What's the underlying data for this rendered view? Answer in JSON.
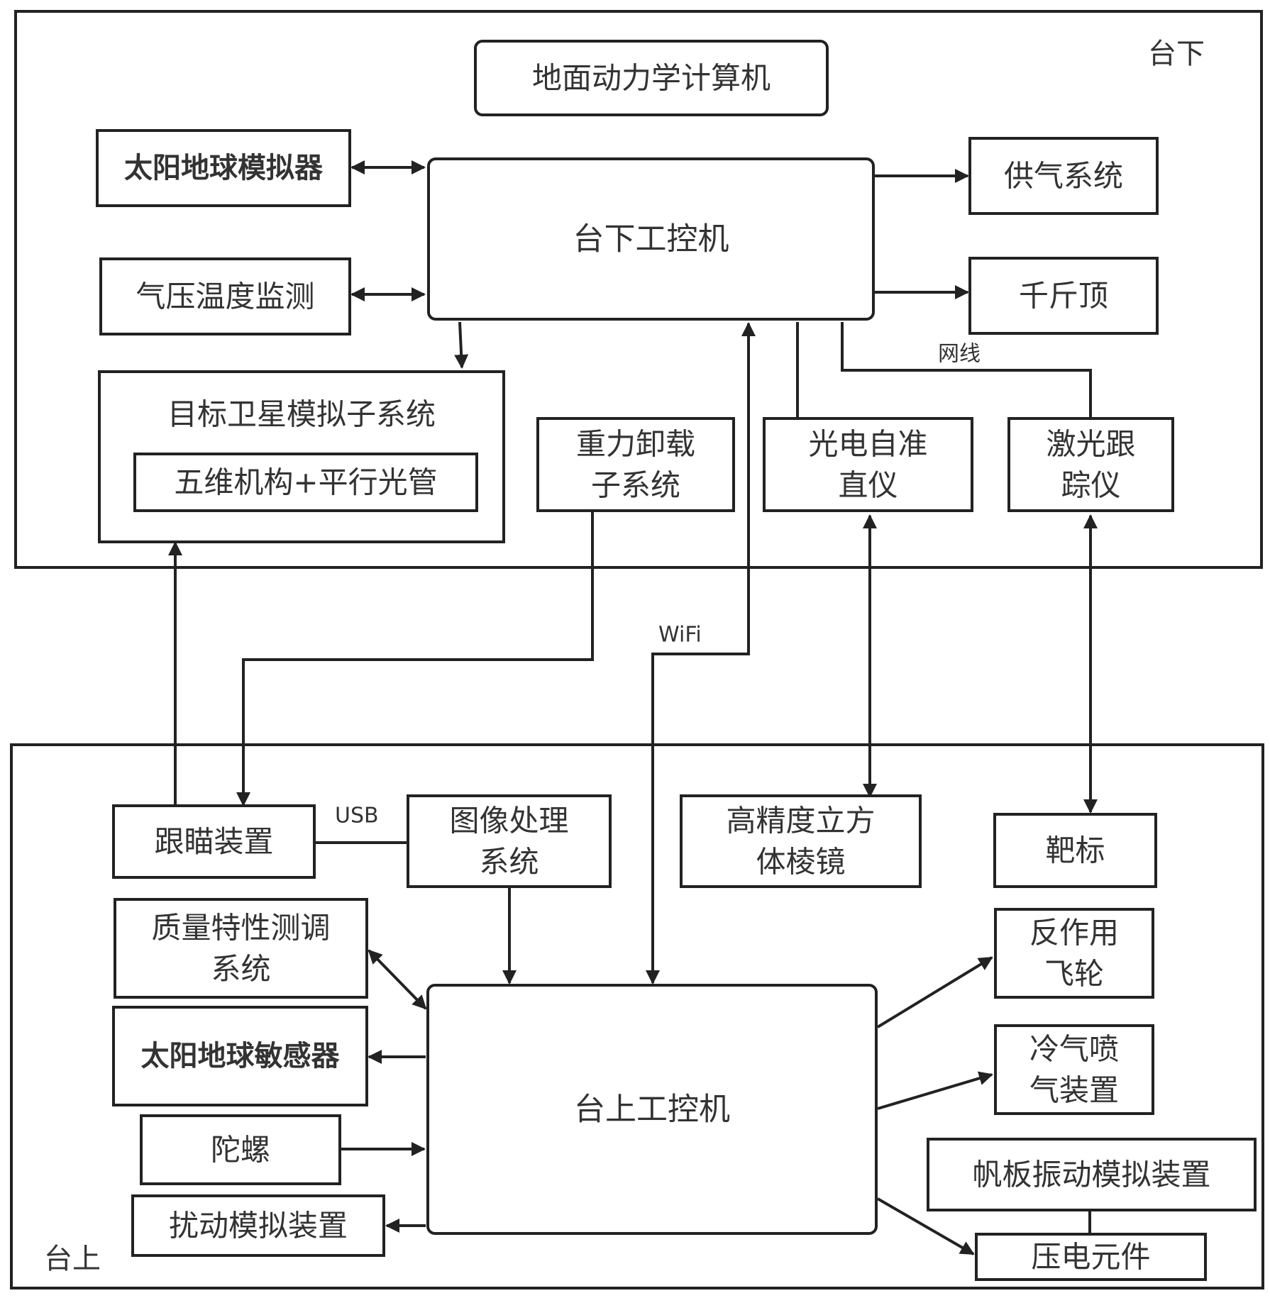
{
  "regions": {
    "lower": "台下",
    "upper": "台上"
  },
  "boxes": {
    "ground_computer": [
      "地面动力学计算机"
    ],
    "sun_earth_simulator": [
      "太阳地球模拟器"
    ],
    "pressure_temp": [
      "气压温度监测"
    ],
    "lower_ipc": [
      "台下工控机"
    ],
    "gas_supply": [
      "供气系统"
    ],
    "jack": [
      "千斤顶"
    ],
    "target_sat": [
      "目标卫星模拟子系统"
    ],
    "five_dim": [
      "五维机构+平行光管"
    ],
    "gravity_unload": [
      "重力卸载",
      "子系统"
    ],
    "autocollimator": [
      "光电自准",
      "直仪"
    ],
    "laser_tracker": [
      "激光跟",
      "踪仪"
    ],
    "tracking_device": [
      "跟瞄装置"
    ],
    "image_proc": [
      "图像处理",
      "系统"
    ],
    "cube_prism": [
      "高精度立方",
      "体棱镜"
    ],
    "target": [
      "靶标"
    ],
    "mass_prop": [
      "质量特性测调",
      "系统"
    ],
    "sun_earth_sensor": [
      "太阳地球敏感器"
    ],
    "upper_ipc": [
      "台上工控机"
    ],
    "reaction_wheel": [
      "反作用",
      "飞轮"
    ],
    "cold_gas": [
      "冷气喷",
      "气装置"
    ],
    "gyro": [
      "陀螺"
    ],
    "panel_vib": [
      "帆板振动模拟装置"
    ],
    "disturb_sim": [
      "扰动模拟装置"
    ],
    "piezo": [
      "压电元件"
    ]
  },
  "link_labels": {
    "network": "网线",
    "wifi": "WiFi",
    "usb": "USB"
  }
}
